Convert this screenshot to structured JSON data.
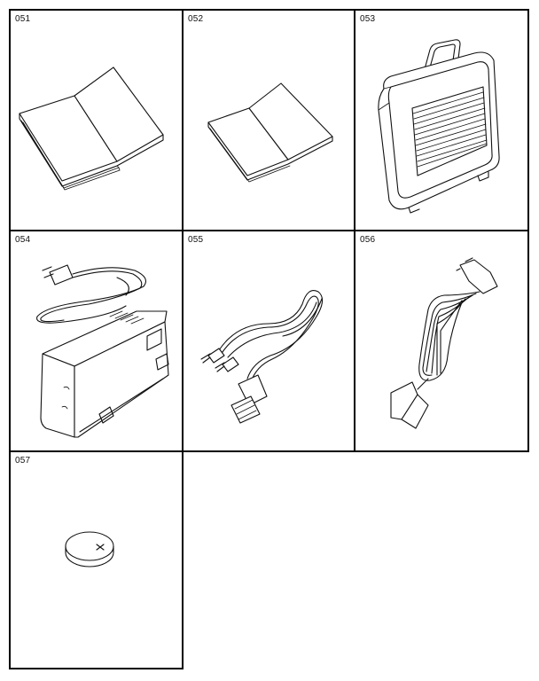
{
  "parts": [
    {
      "id": "051",
      "label": "051",
      "item": "manual-large"
    },
    {
      "id": "052",
      "label": "052",
      "item": "manual-small"
    },
    {
      "id": "053",
      "label": "053",
      "item": "carrying-case"
    },
    {
      "id": "054",
      "label": "054",
      "item": "ac-adapter"
    },
    {
      "id": "055",
      "label": "055",
      "item": "av-cable"
    },
    {
      "id": "056",
      "label": "056",
      "item": "dc-cord"
    },
    {
      "id": "057",
      "label": "057",
      "item": "coin-battery"
    }
  ]
}
